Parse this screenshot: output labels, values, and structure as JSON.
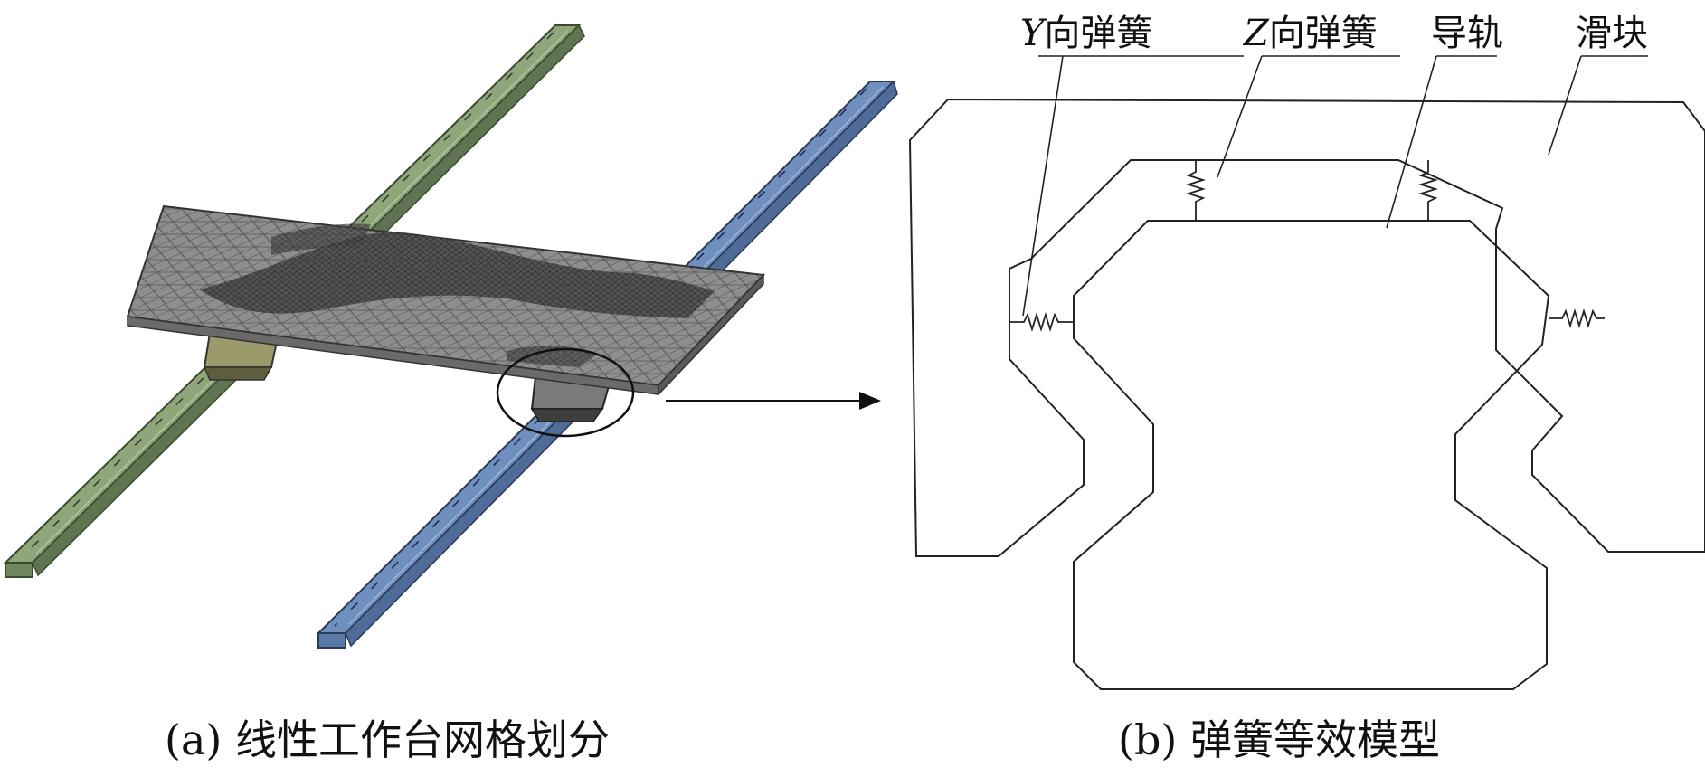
{
  "panel_a": {
    "caption": "(a) 线性工作台网格划分"
  },
  "panel_b": {
    "caption": "(b) 弹簧等效模型",
    "labels": {
      "y_spring_axis": "Y",
      "y_spring_text": "向弹簧",
      "z_spring_axis": "Z",
      "z_spring_text": "向弹簧",
      "rail": "导轨",
      "slider": "滑块"
    }
  },
  "colors": {
    "left_rail": "#8fa57a",
    "right_rail": "#6f8fbf",
    "mesh_plate": "#8a8a8a",
    "outline": "#222222"
  }
}
